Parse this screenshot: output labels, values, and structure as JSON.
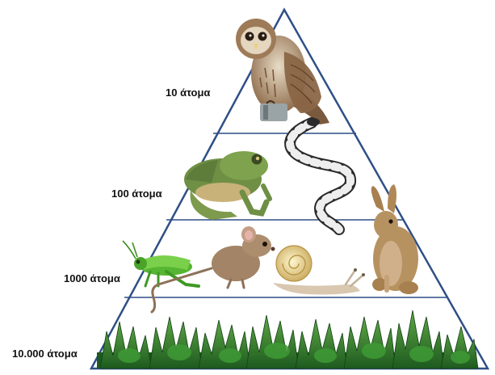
{
  "pyramid": {
    "levels": [
      {
        "label": "10 άτομα",
        "organisms": [
          "owl"
        ]
      },
      {
        "label": "100 άτομα",
        "organisms": [
          "frog",
          "snake"
        ]
      },
      {
        "label": "1000 άτομα",
        "organisms": [
          "grasshopper",
          "mouse",
          "snail",
          "rabbit"
        ]
      },
      {
        "label": "10.000 άτομα",
        "organisms": [
          "grass"
        ]
      }
    ]
  },
  "colors": {
    "outline": "#2f4f86",
    "owl": "#9a7a58",
    "frog": "#6f8f45",
    "snake_dark": "#2b2b2b",
    "snake_light": "#eeeeee",
    "grasshopper": "#56b532",
    "mouse": "#a38466",
    "snail_shell": "#eadb9a",
    "rabbit": "#b79261",
    "grass": "#2f7d2a"
  }
}
